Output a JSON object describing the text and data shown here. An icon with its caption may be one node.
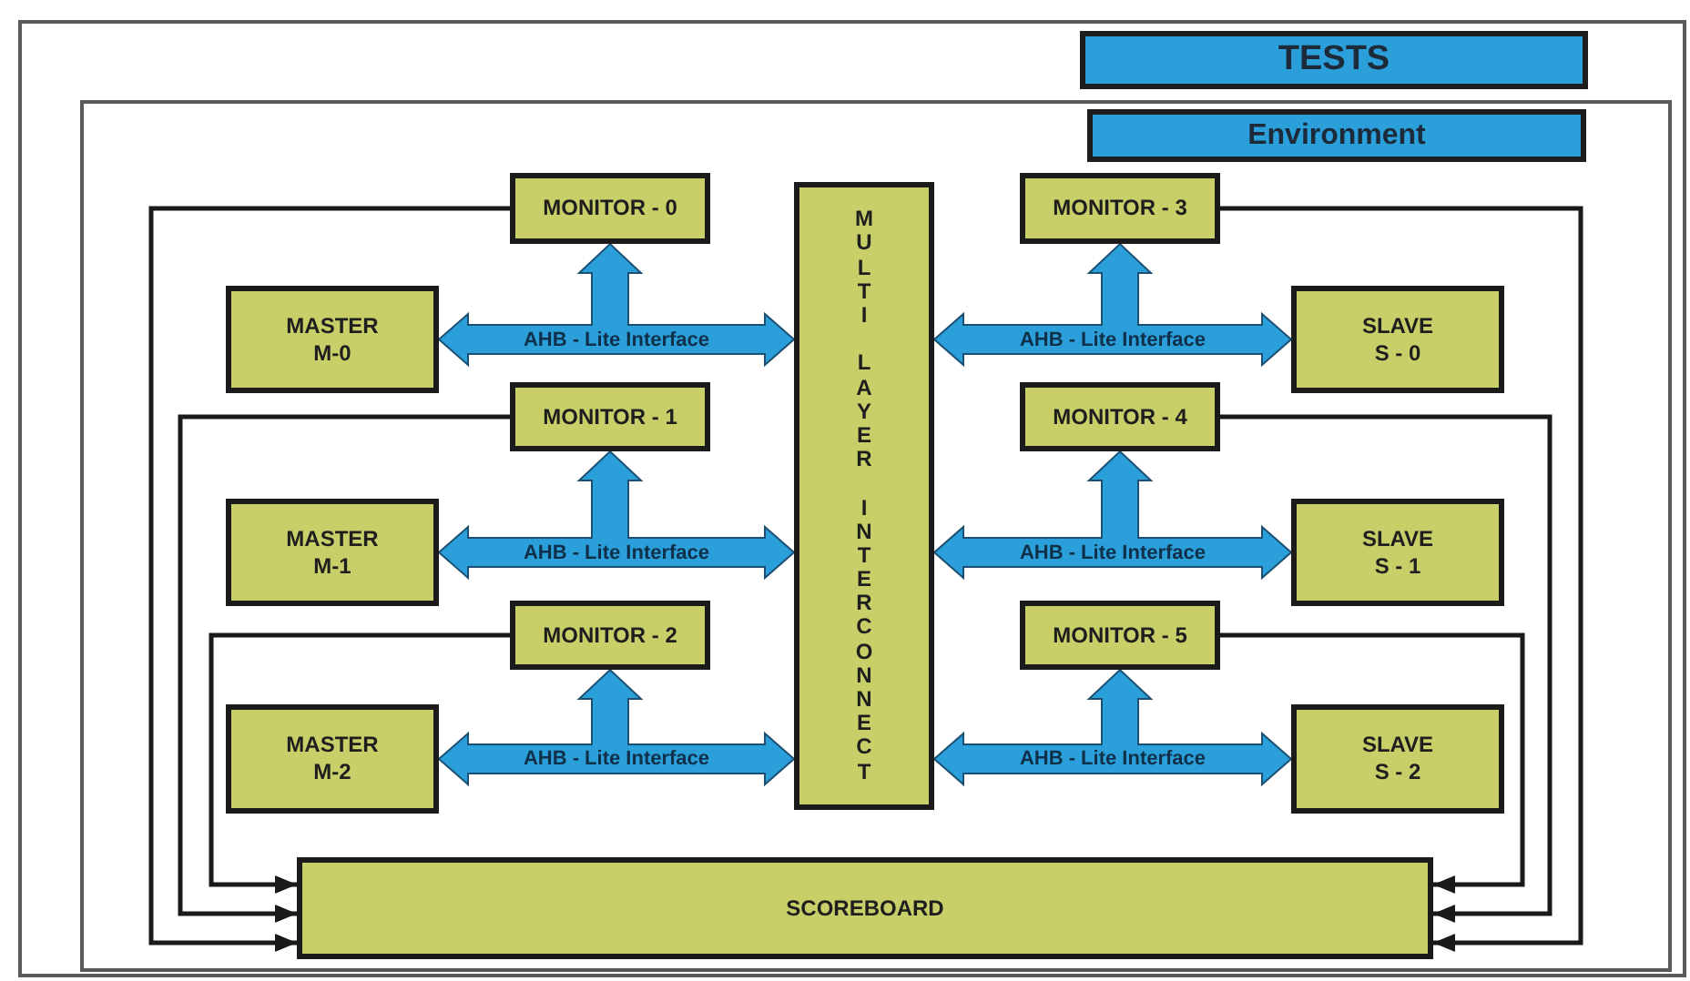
{
  "diagram": {
    "nodes": [
      {
        "text": [
          "TESTS"
        ]
      },
      {
        "text": [
          "Environment"
        ],
        "in": 0
      },
      {
        "text": [
          "MONITOR - 0"
        ],
        "in": 1
      },
      {
        "text": [
          "MULTI LAYER INTERCONNECT"
        ],
        "in": 1
      },
      {
        "text": [
          "MONITOR - 3"
        ],
        "in": 1
      },
      {
        "text": [
          "MASTER M-0"
        ],
        "in": 1
      },
      {
        "text": [
          "SLAVE S - 0"
        ],
        "in": 1
      },
      {
        "text": [
          "MONITOR - 1"
        ],
        "in": 1
      },
      {
        "text": [
          "MONITOR - 4"
        ],
        "in": 1
      },
      {
        "text": [
          "MASTER M-1"
        ],
        "in": 1
      },
      {
        "text": [
          "SLAVE S - 1"
        ],
        "in": 1
      },
      {
        "text": [
          "MONITOR - 2"
        ],
        "in": 1
      },
      {
        "text": [
          "MONITOR - 5"
        ],
        "in": 1
      },
      {
        "text": [
          "MASTER M-2"
        ],
        "in": 1
      },
      {
        "text": [
          "SLAVE S - 2"
        ],
        "in": 1
      },
      {
        "text": [
          "SCOREBOARD"
        ],
        "in": 1
      }
    ],
    "edges": [
      {
        "from": 5,
        "to": 3,
        "arrow": "both",
        "label": "AHB - Lite Interface",
        "style": "thick"
      },
      {
        "from": 5,
        "to": 2,
        "arrow": "both",
        "style": "thick"
      },
      {
        "from": 6,
        "to": 3,
        "arrow": "both",
        "label": "AHB - Lite Interface",
        "style": "thick"
      },
      {
        "from": 6,
        "to": 4,
        "arrow": "both",
        "style": "thick"
      },
      {
        "from": 9,
        "to": 3,
        "arrow": "both",
        "label": "AHB - Lite Interface",
        "style": "thick"
      },
      {
        "from": 9,
        "to": 7,
        "arrow": "both",
        "style": "thick"
      },
      {
        "from": 10,
        "to": 3,
        "arrow": "both",
        "label": "AHB - Lite Interface",
        "style": "thick"
      },
      {
        "from": 10,
        "to": 8,
        "arrow": "both",
        "style": "thick"
      },
      {
        "from": 13,
        "to": 3,
        "arrow": "both",
        "label": "AHB - Lite Interface",
        "style": "thick"
      },
      {
        "from": 13,
        "to": 11,
        "arrow": "both",
        "style": "thick"
      },
      {
        "from": 14,
        "to": 3,
        "arrow": "both",
        "label": "AHB - Lite Interface",
        "style": "thick"
      },
      {
        "from": 14,
        "to": 12,
        "arrow": "both",
        "style": "thick"
      },
      {
        "from": 2,
        "to": 15,
        "arrow": "to",
        "color": "#1a1a1a"
      },
      {
        "from": 7,
        "to": 15,
        "arrow": "to",
        "color": "#1a1a1a"
      },
      {
        "from": 11,
        "to": 15,
        "arrow": "to",
        "color": "#1a1a1a"
      },
      {
        "from": 4,
        "to": 15,
        "arrow": "to",
        "color": "#1a1a1a"
      },
      {
        "from": 8,
        "to": 15,
        "arrow": "to",
        "color": "#1a1a1a"
      },
      {
        "from": 12,
        "to": 15,
        "arrow": "to",
        "color": "#1a1a1a"
      }
    ]
  }
}
